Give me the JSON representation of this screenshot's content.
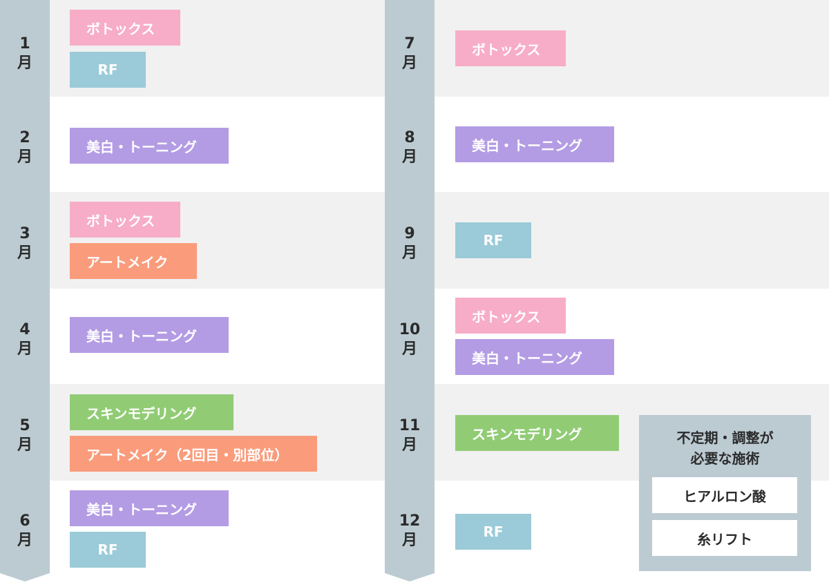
{
  "colors": {
    "chevron": "#bccbd2",
    "alt_row": "#f1f1f1",
    "botox": "#f7adc7",
    "rf": "#9bcad8",
    "whitening": "#b39ce4",
    "art_make": "#fa9c7c",
    "skin_modeling": "#91cc75"
  },
  "months": [
    "1\n月",
    "2\n月",
    "3\n月",
    "4\n月",
    "5\n月",
    "6\n月",
    "7\n月",
    "8\n月",
    "9\n月",
    "10\n月",
    "11\n月",
    "12\n月"
  ],
  "treatments": {
    "m1": [
      "ボトックス",
      "RF"
    ],
    "m2": [
      "美白・トーニング"
    ],
    "m3": [
      "ボトックス",
      "アートメイク"
    ],
    "m4": [
      "美白・トーニング"
    ],
    "m5": [
      "スキンモデリング",
      "アートメイク（2回目・別部位）"
    ],
    "m6": [
      "美白・トーニング",
      "RF"
    ],
    "m7": [
      "ボトックス"
    ],
    "m8": [
      "美白・トーニング"
    ],
    "m9": [
      "RF"
    ],
    "m10": [
      "ボトックス",
      "美白・トーニング"
    ],
    "m11": [
      "スキンモデリング"
    ],
    "m12": [
      "RF"
    ]
  },
  "irregular": {
    "title": "不定期・調整が\n必要な施術",
    "items": [
      "ヒアルロン酸",
      "糸リフト"
    ]
  }
}
